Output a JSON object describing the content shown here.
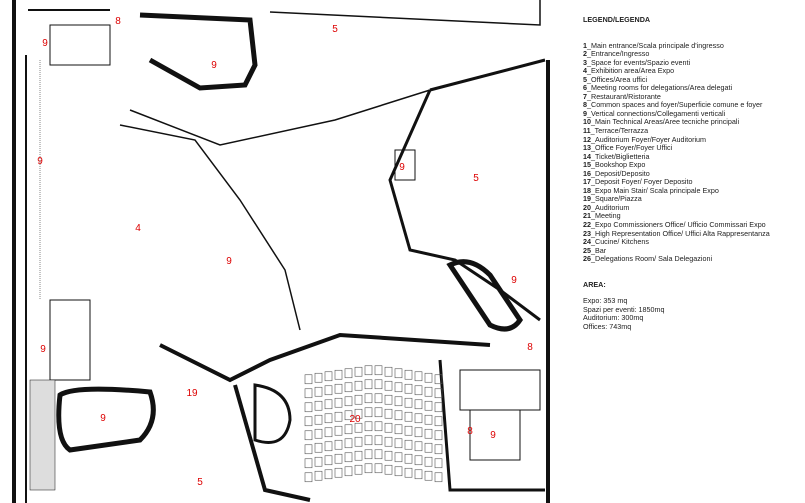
{
  "legend": {
    "title": "LEGEND/LEGENDA",
    "items": [
      {
        "num": "1",
        "label": "_Main entrance/Scala principale d'ingresso"
      },
      {
        "num": "2",
        "label": "_Entrance/Ingresso"
      },
      {
        "num": "3",
        "label": "_Space for events/Spazio eventi"
      },
      {
        "num": "4",
        "label": "_Exhibition area/Area Expo"
      },
      {
        "num": "5",
        "label": "_Offices/Area uffici"
      },
      {
        "num": "6",
        "label": "_Meeting rooms for delegations/Area delegati"
      },
      {
        "num": "7",
        "label": "_Restaurant/Ristorante"
      },
      {
        "num": "8",
        "label": "_Common spaces and foyer/Superficie comune e foyer"
      },
      {
        "num": "9",
        "label": "_Vertical connections/Collegamenti verticali"
      },
      {
        "num": "10",
        "label": "_Main Technical Areas/Aree tecniche principali"
      },
      {
        "num": "11",
        "label": "_Terrace/Terrazza"
      },
      {
        "num": "12",
        "label": "_Auditorium Foyer/Foyer Auditorium"
      },
      {
        "num": "13",
        "label": "_Office Foyer/Foyer Uffici"
      },
      {
        "num": "14",
        "label": "_Ticket/Biglietteria"
      },
      {
        "num": "15",
        "label": "_Bookshop Expo"
      },
      {
        "num": "16",
        "label": "_Deposit/Deposito"
      },
      {
        "num": "17",
        "label": "_Deposit Foyer/ Foyer Deposito"
      },
      {
        "num": "18",
        "label": "_Expo Main Stair/ Scala principale Expo"
      },
      {
        "num": "19",
        "label": "_Square/Piazza"
      },
      {
        "num": "20",
        "label": "_Auditorium"
      },
      {
        "num": "21",
        "label": "_Meeting"
      },
      {
        "num": "22",
        "label": "_Expo Commissioners Office/ Ufficio Commissari Expo"
      },
      {
        "num": "23",
        "label": "_High Representation Office/ Uffici Alta Rappresentanza"
      },
      {
        "num": "24",
        "label": "_Cucine/ Kitchens"
      },
      {
        "num": "25",
        "label": "_Bar"
      },
      {
        "num": "26",
        "label": "_Delegations Room/ Sala Delegazioni"
      }
    ]
  },
  "area": {
    "title": "AREA:",
    "lines": [
      "Expo: 353 mq",
      "Spazi per eventi: 1850mq",
      "Auditorium: 300mq",
      "Offices: 743mq"
    ]
  },
  "plan": {
    "room_labels": [
      "8",
      "9",
      "5",
      "9",
      "9",
      "4",
      "9",
      "5",
      "9",
      "9",
      "9",
      "8",
      "19",
      "9",
      "20",
      "8",
      "9",
      "5"
    ],
    "label_color": "#dd0000"
  }
}
